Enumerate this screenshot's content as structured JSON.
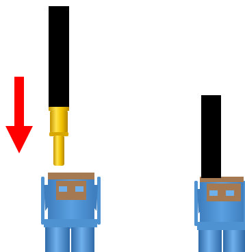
{
  "scene": {
    "background": "#ffffff",
    "colors": {
      "arrow": "#ff0000",
      "rod": "#000000",
      "pin_gold": "#f2c200",
      "pin_gold_dark": "#c49400",
      "pin_gold_light": "#ffe24a",
      "socket_top": "#a57a52",
      "socket_body": "#4f92d2",
      "socket_dark": "#2f6aa8",
      "socket_light": "#8cc0f0"
    },
    "objects": [
      {
        "name": "down-arrow",
        "icon": "red-down-arrow"
      },
      {
        "name": "connector-pin-assembly",
        "icon": "black-rod-with-gold-pin"
      },
      {
        "name": "socket-left",
        "icon": "blue-socket-empty"
      },
      {
        "name": "connector-inserted-assembly",
        "icon": "black-rod-in-socket"
      }
    ]
  }
}
